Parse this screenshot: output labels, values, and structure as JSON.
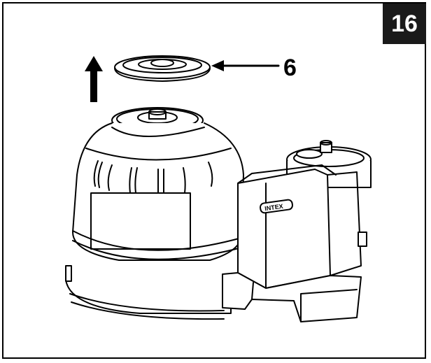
{
  "step_number": "16",
  "callout_label": "6",
  "brand_mark": "INTEX",
  "colors": {
    "line": "#000000",
    "fill": "#ffffff",
    "badge": "#1a1a1a"
  }
}
